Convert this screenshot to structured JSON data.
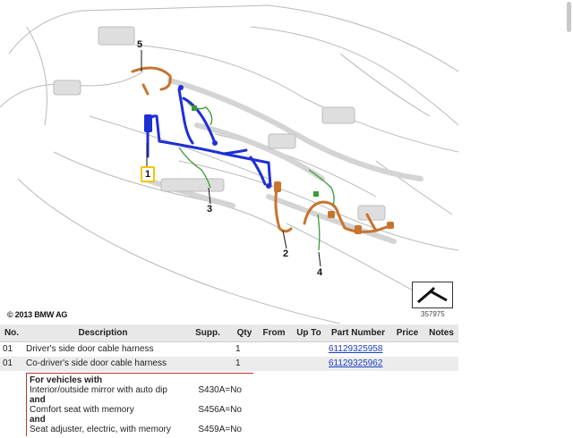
{
  "diagram": {
    "callouts": [
      "1",
      "2",
      "3",
      "4",
      "5"
    ],
    "copyright": "© 2013 BMW AG",
    "diagram_id": "357975",
    "colors": {
      "harness_blue": "#1f2fd6",
      "harness_orange": "#c7742e",
      "harness_green": "#3a9a3a",
      "highlight": "#f5c400"
    }
  },
  "table": {
    "headers": [
      "No.",
      "Description",
      "Supp.",
      "Qty",
      "From",
      "Up To",
      "Part Number",
      "Price",
      "Notes"
    ],
    "rows": [
      {
        "no": "01",
        "desc": "Driver's side door cable harness",
        "supp": "",
        "qty": "1",
        "from": "",
        "upto": "",
        "part": "61129325958"
      },
      {
        "no": "01",
        "desc": "Co-driver's side door cable harness",
        "supp": "",
        "qty": "1",
        "from": "",
        "upto": "",
        "part": "61129325962"
      }
    ],
    "notes": {
      "title": "For vehicles with",
      "lines": [
        {
          "text": "Interior/outside mirror with auto dip",
          "code": "S430A=No"
        },
        {
          "conj": "and"
        },
        {
          "text": "Comfort seat with memory",
          "code": "S456A=No"
        },
        {
          "conj": "and"
        },
        {
          "text": "Seat adjuster, electric, with memory",
          "code": "S459A=No"
        }
      ]
    }
  }
}
